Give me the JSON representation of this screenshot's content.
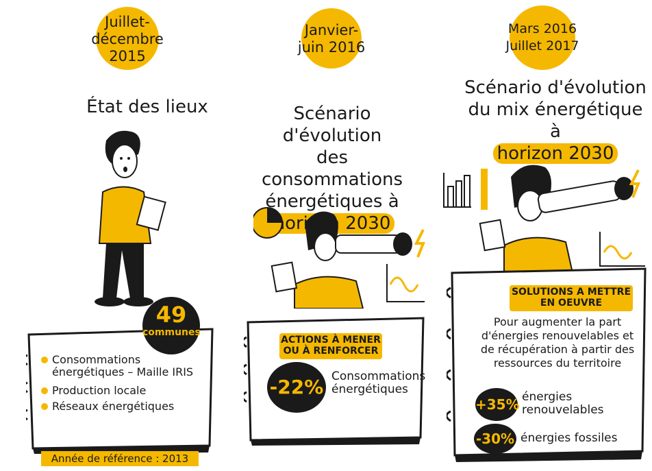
{
  "columns": [
    {
      "date_line1": "Juillet-",
      "date_line2": "décembre",
      "date_line3": "2015",
      "title": "État des lieux",
      "badge_number": "49",
      "badge_label": "communes",
      "items": [
        "Consommations énergétiques – Maille IRIS",
        "Production locale",
        "Réseaux énergétiques"
      ],
      "footer": "Année de référence : 2013"
    },
    {
      "date_line1": "Janvier-",
      "date_line2": "juin 2016",
      "title_line1": "Scénario d'évolution",
      "title_line2": "des consommations",
      "title_line3": "énergétiques à",
      "title_highlight": "horizon 2030",
      "banner_line1": "ACTIONS À MENER",
      "banner_line2": "OU À RENFORCER",
      "stat_value": "-22%",
      "stat_line1": "Consommations",
      "stat_line2": "énergétiques"
    },
    {
      "date_line1": "Mars 2016",
      "date_line2": "Juillet 2017",
      "title_line1": "Scénario d'évolution",
      "title_line2": "du mix énergétique à",
      "title_highlight": "horizon 2030",
      "banner_line1": "SOLUTIONS A METTRE",
      "banner_line2": "EN OEUVRE",
      "desc_line1": "Pour augmenter la part",
      "desc_line2": "d'énergies renouvelables et",
      "desc_line3": "de récupération à partir des",
      "desc_line4": "ressources du territoire",
      "stat1_value": "+35%",
      "stat1_line1": "énergies",
      "stat1_line2": "renouvelables",
      "stat2_value": "-30%",
      "stat2_label": "énergies fossiles"
    }
  ],
  "colors": {
    "accent": "#f5b800",
    "ink": "#1a1a1a"
  }
}
